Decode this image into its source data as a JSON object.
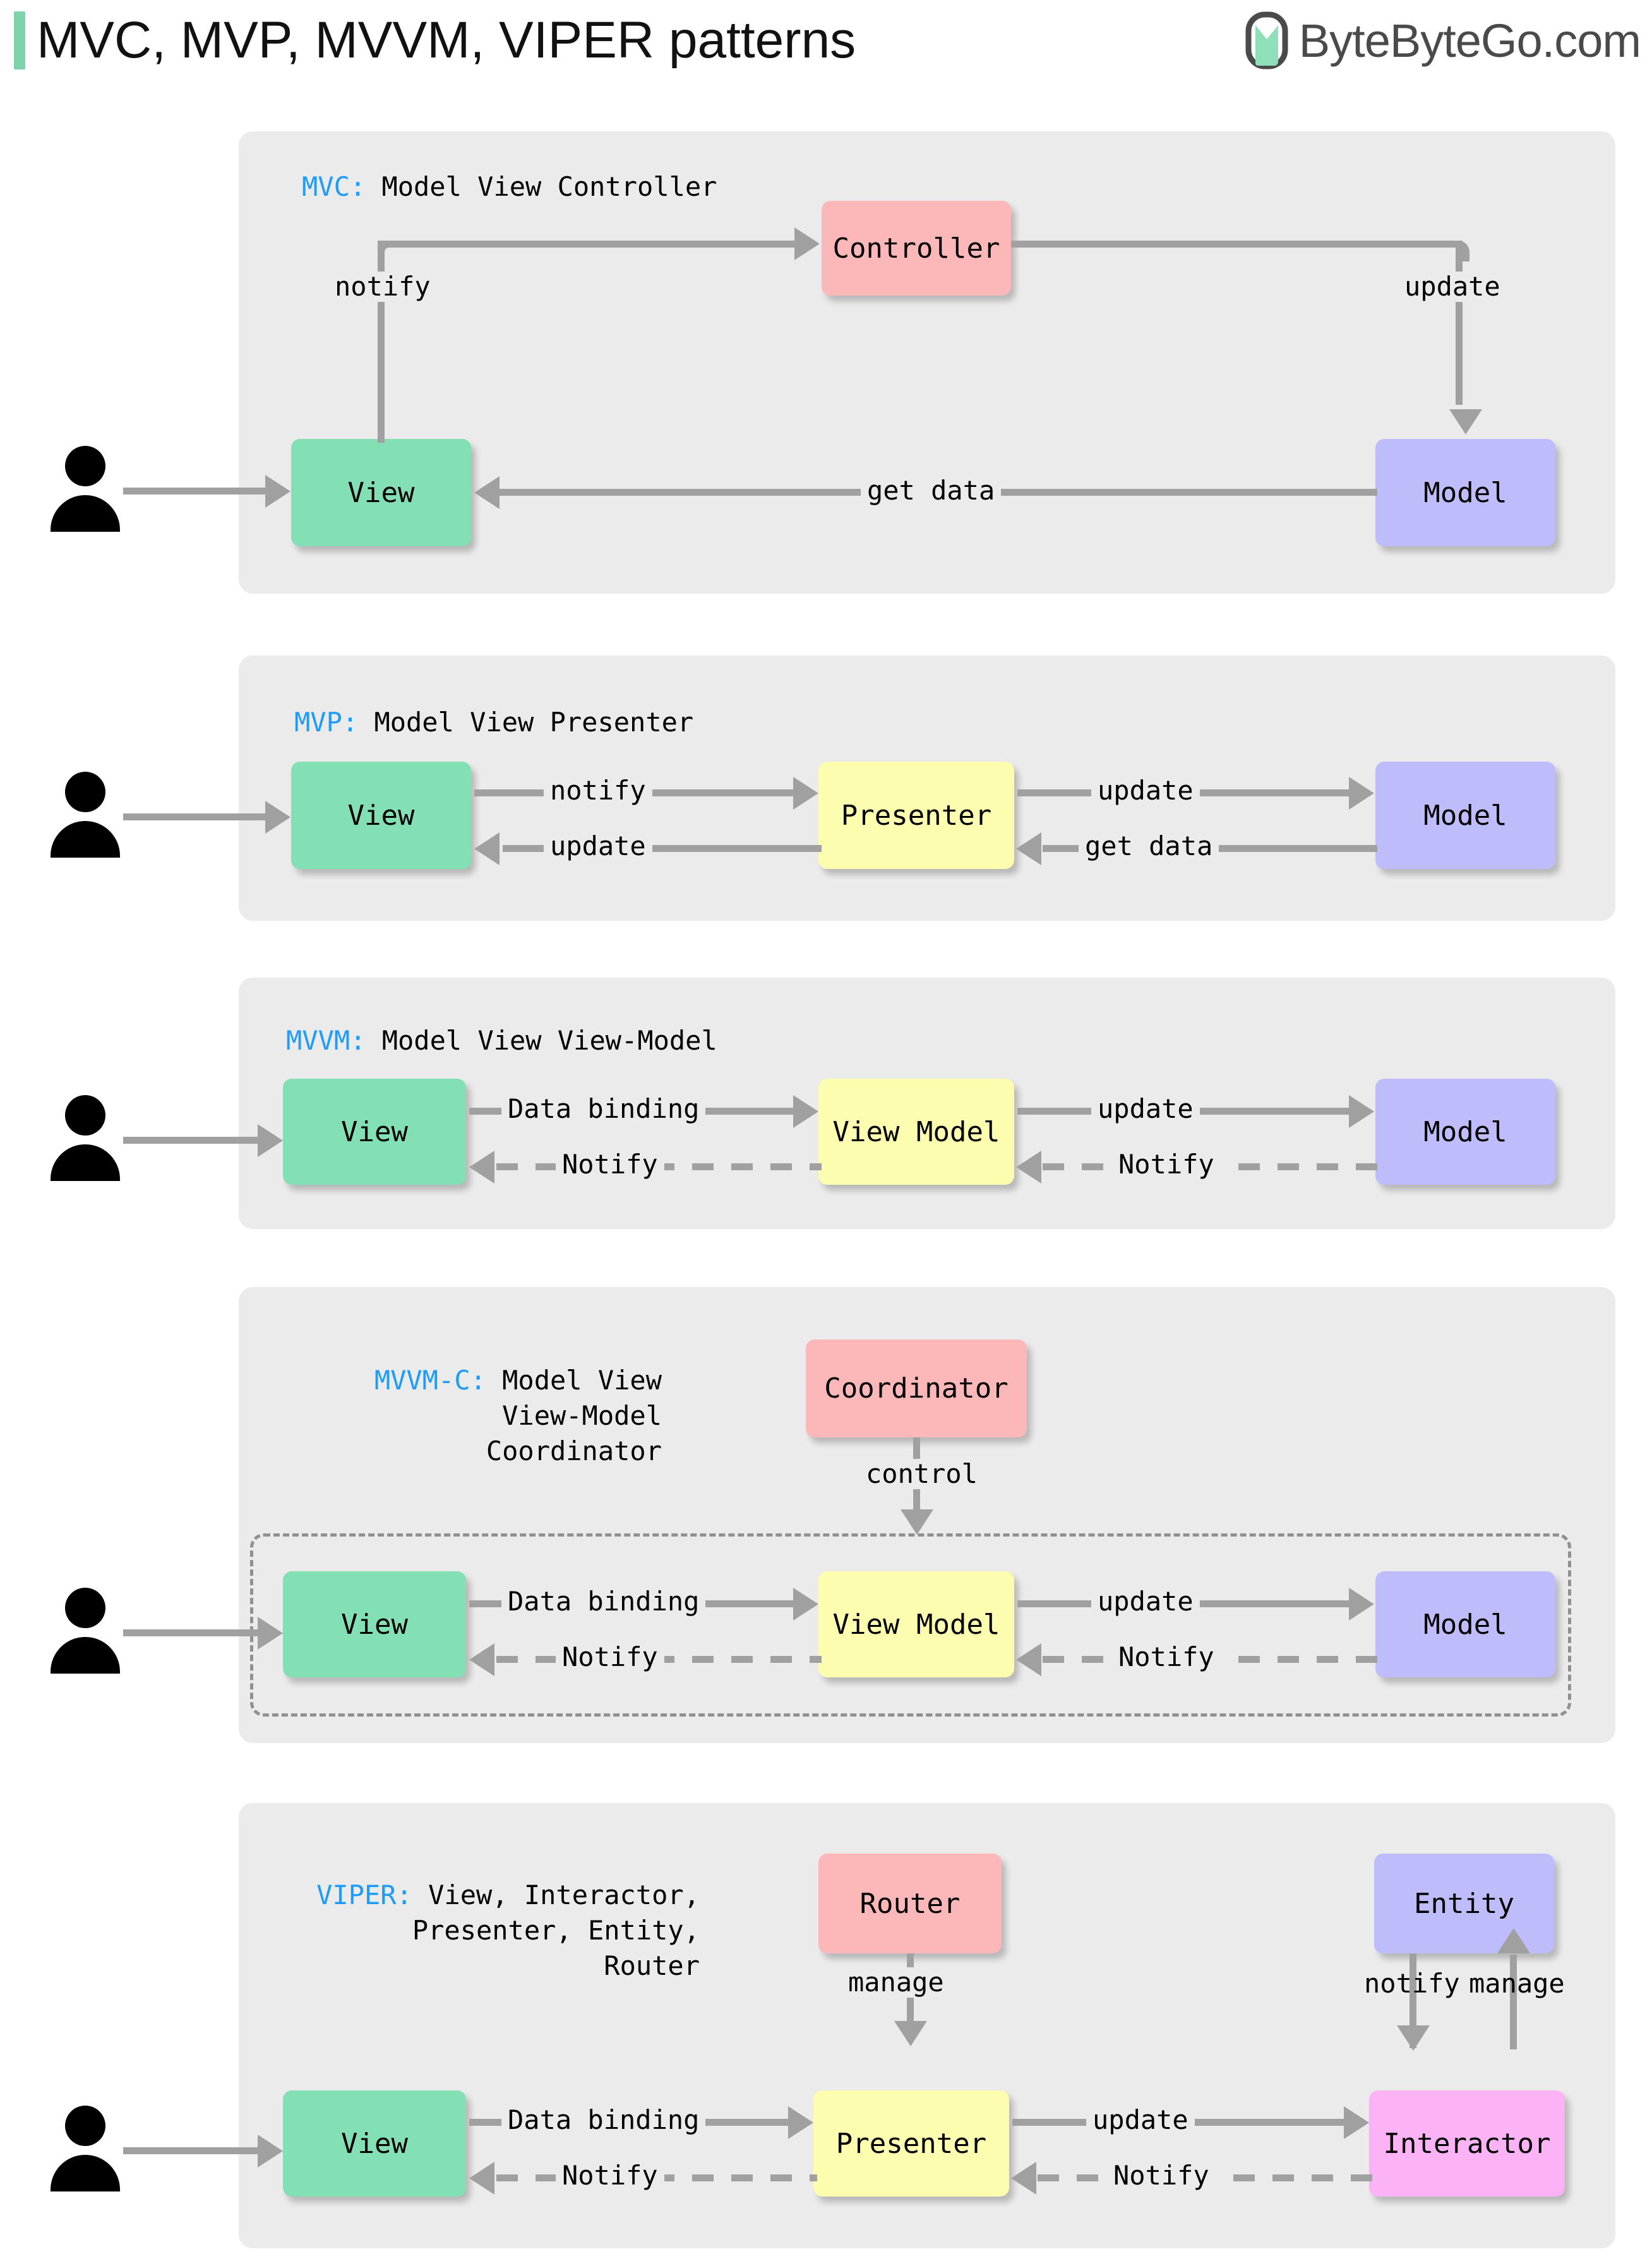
{
  "header": {
    "title": "MVC, MVP, MVVM, VIPER patterns",
    "brand": "ByteByteGo.com",
    "brand_icon": "bytebytego-logo-icon",
    "accent_color": "#7ed3ad"
  },
  "colors": {
    "panel_bg": "#ebebeb",
    "view": "#83dfb4",
    "model": "#bfbcfb",
    "controller": "#fcb8b8",
    "presenter": "#fdfdb0",
    "interactor": "#fcb3f6",
    "connector": "#a0a0a0",
    "key_text": "#1e9bff"
  },
  "sections": [
    {
      "key": "MVC:",
      "title": "Model View Controller",
      "nodes": {
        "view": "View",
        "controller": "Controller",
        "model": "Model"
      },
      "labels": {
        "notify": "notify",
        "update": "update",
        "get_data": "get data"
      }
    },
    {
      "key": "MVP:",
      "title": "Model View Presenter",
      "nodes": {
        "view": "View",
        "presenter": "Presenter",
        "model": "Model"
      },
      "labels": {
        "notify": "notify",
        "update_left": "update",
        "update_right": "update",
        "get_data": "get data"
      }
    },
    {
      "key": "MVVM:",
      "title": "Model View View-Model",
      "nodes": {
        "view": "View",
        "view_model": "View Model",
        "model": "Model"
      },
      "labels": {
        "data_binding": "Data binding",
        "notify_left": "Notify",
        "update": "update",
        "notify_right": "Notify"
      }
    },
    {
      "key": "MVVM-C:",
      "title_line1": "Model View",
      "title_line2": "View-Model",
      "title_line3": "Coordinator",
      "nodes": {
        "coordinator": "Coordinator",
        "view": "View",
        "view_model": "View Model",
        "model": "Model"
      },
      "labels": {
        "control": "control",
        "data_binding": "Data binding",
        "notify_left": "Notify",
        "update": "update",
        "notify_right": "Notify"
      }
    },
    {
      "key": "VIPER:",
      "title_line1": "View, Interactor,",
      "title_line2": "Presenter, Entity,",
      "title_line3": "Router",
      "nodes": {
        "router": "Router",
        "entity": "Entity",
        "view": "View",
        "presenter": "Presenter",
        "interactor": "Interactor"
      },
      "labels": {
        "manage_router": "manage",
        "notify_entity": "notify",
        "manage_entity": "manage",
        "data_binding": "Data binding",
        "notify_left": "Notify",
        "update": "update",
        "notify_right": "Notify"
      }
    }
  ]
}
